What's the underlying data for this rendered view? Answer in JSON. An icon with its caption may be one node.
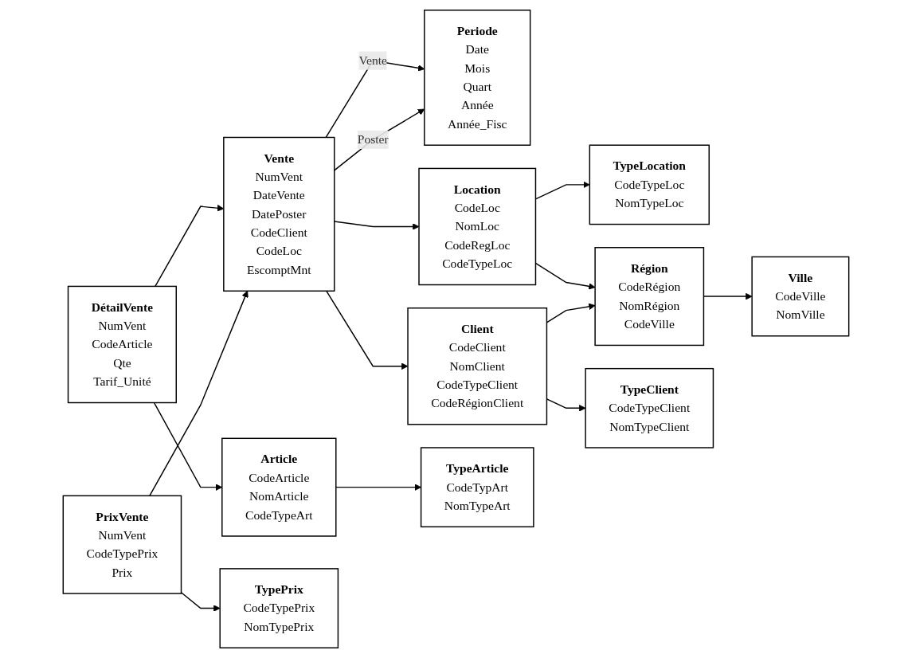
{
  "diagram": {
    "nodes": [
      {
        "text": [
          "Periode",
          "Date",
          "Mois",
          "Quart",
          "Année",
          "Année_Fisc"
        ]
      },
      {
        "text": [
          "Vente",
          "NumVent",
          "DateVente",
          "DatePoster",
          "CodeClient",
          "CodeLoc",
          "EscomptMnt"
        ]
      },
      {
        "text": [
          "Location",
          "CodeLoc",
          "NomLoc",
          "CodeRegLoc",
          "CodeTypeLoc"
        ]
      },
      {
        "text": [
          "TypeLocation",
          "CodeTypeLoc",
          "NomTypeLoc"
        ]
      },
      {
        "text": [
          "Ville",
          "CodeVille",
          "NomVille"
        ]
      },
      {
        "text": [
          "Article",
          "CodeArticle",
          "NomArticle",
          "CodeTypeArt"
        ]
      },
      {
        "text": [
          "DétailVente",
          "NumVent",
          "CodeArticle",
          "Qte",
          "Tarif_Unité"
        ]
      },
      {
        "text": [
          "Région",
          "CodeRégion",
          "NomRégion",
          "CodeVille"
        ]
      },
      {
        "text": [
          "Client",
          "CodeClient",
          "NomClient",
          "CodeTypeClient",
          "CodeRégionClient"
        ]
      },
      {
        "text": [
          "TypeArticle",
          "CodeTypArt",
          "NomTypeArt"
        ]
      },
      {
        "text": [
          "TypeClient",
          "CodeTypeClient",
          "NomTypeClient"
        ]
      },
      {
        "text": [
          "PrixVente",
          "NumVent",
          "CodeTypePrix",
          "Prix"
        ]
      },
      {
        "text": [
          "TypePrix",
          "CodeTypePrix",
          "NomTypePrix"
        ]
      }
    ],
    "edges": [
      {
        "from": 1,
        "to": 0,
        "arrow": "to",
        "label": "Vente"
      },
      {
        "from": 1,
        "to": 0,
        "arrow": "to",
        "label": "Poster"
      },
      {
        "from": 1,
        "to": 2,
        "arrow": "to"
      },
      {
        "from": 2,
        "to": 3,
        "arrow": "to"
      },
      {
        "from": 2,
        "to": 7,
        "arrow": "to"
      },
      {
        "from": 1,
        "to": 8,
        "arrow": "to"
      },
      {
        "from": 6,
        "to": 1,
        "arrow": "to"
      },
      {
        "from": 6,
        "to": 5,
        "arrow": "to"
      },
      {
        "from": 5,
        "to": 9,
        "arrow": "to"
      },
      {
        "from": 8,
        "to": 7,
        "arrow": "to"
      },
      {
        "from": 7,
        "to": 4,
        "arrow": "to"
      },
      {
        "from": 8,
        "to": 10,
        "arrow": "to"
      },
      {
        "from": 11,
        "to": 1,
        "arrow": "to"
      },
      {
        "from": 11,
        "to": 12,
        "arrow": "to"
      }
    ]
  }
}
